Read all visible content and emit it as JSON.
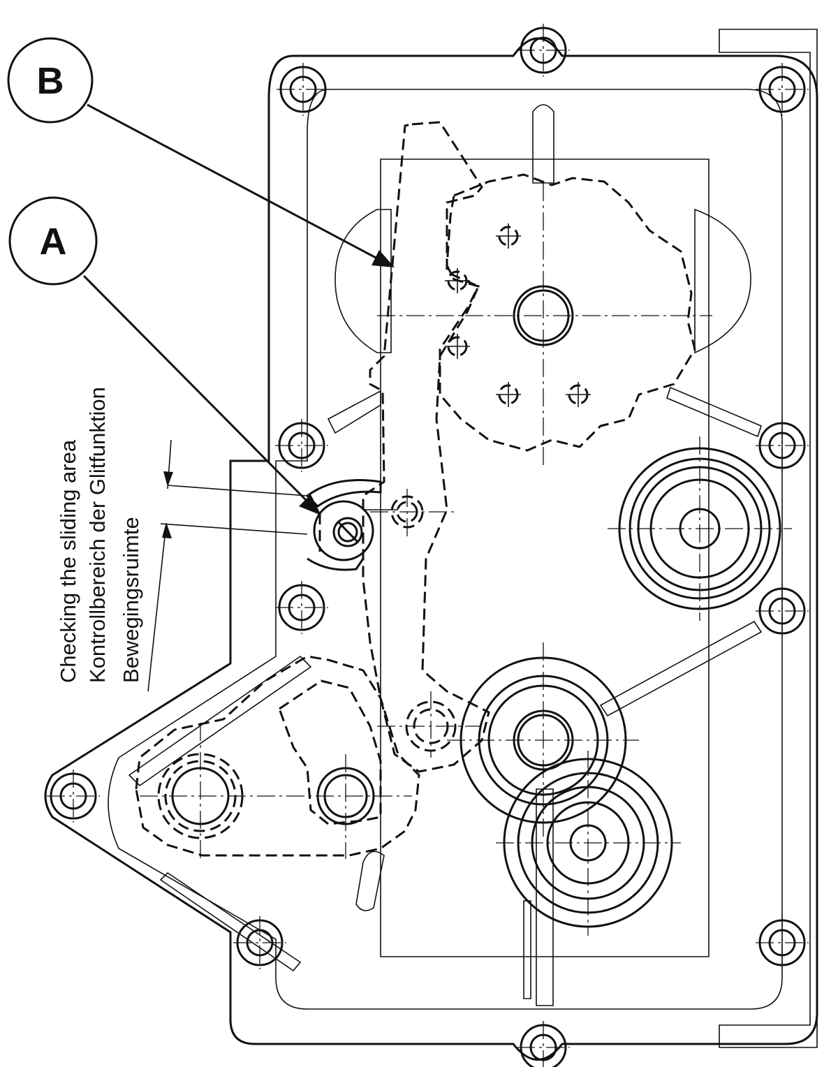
{
  "callouts": [
    {
      "id": "A",
      "label": "A"
    },
    {
      "id": "B",
      "label": "B"
    }
  ],
  "note": {
    "lines": [
      "Checking the sliding area",
      "Kontrollbereich der Glitfunktion",
      "Bewegingsruimte"
    ]
  },
  "colors": {
    "line": "#111111",
    "background": "#ffffff"
  }
}
